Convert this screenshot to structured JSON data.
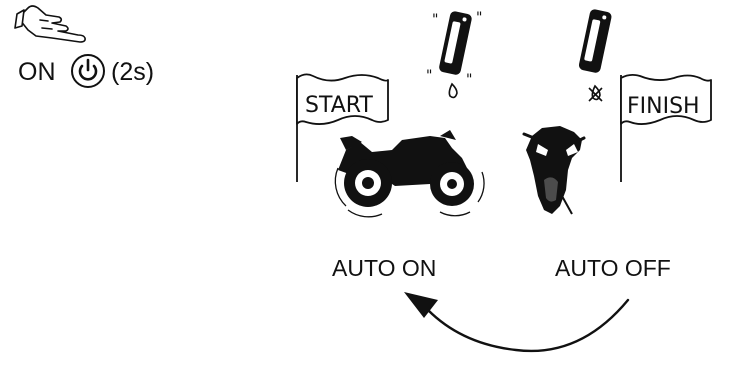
{
  "power_instruction": {
    "on_text": "ON",
    "duration_text": "(2s)",
    "hand_icon": "pointing-hand-icon",
    "power_icon": "power-button-icon"
  },
  "flags": {
    "start_label": "START",
    "finish_label": "FINISH"
  },
  "devices": {
    "left": "device-with-water-drop-icon",
    "right": "device-with-no-water-icon"
  },
  "vehicles": {
    "left": "motorcycle-riding-icon",
    "right": "motorcycle-parked-icon"
  },
  "labels": {
    "auto_on": "AUTO ON",
    "auto_off": "AUTO OFF"
  },
  "cycle_arrow": "curved-arrow-icon"
}
